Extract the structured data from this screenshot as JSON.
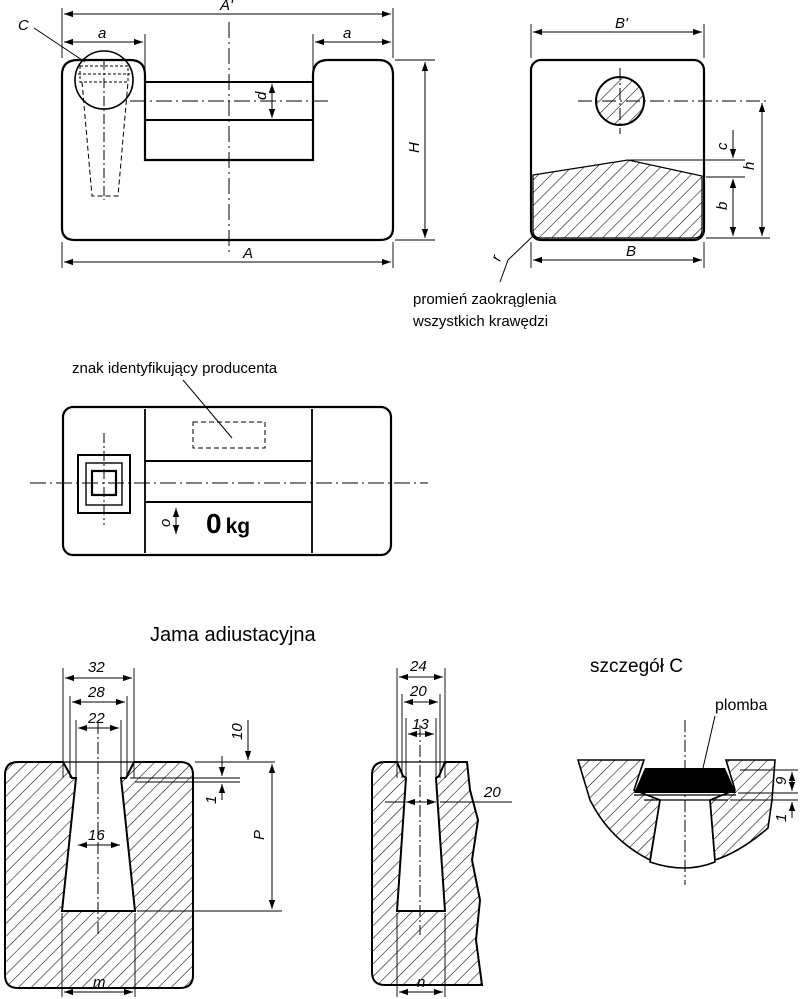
{
  "views": {
    "front": {
      "dim_overall_top": "A'",
      "dim_side_left": "a",
      "dim_side_right": "a",
      "dim_slot_depth": "d",
      "dim_height": "H",
      "dim_overall_bottom": "A",
      "detail_marker": "C"
    },
    "side": {
      "dim_width_top": "B'",
      "dim_width_bottom": "B",
      "dim_c": "c",
      "dim_h": "h",
      "dim_b": "b",
      "dim_r": "r",
      "radius_note": [
        "promień zaokrąglenia",
        "wszystkich krawędzi"
      ]
    },
    "top": {
      "maker_mark_note": "znak identyfikujący producenta",
      "dim_o": "o",
      "nominal_value": "0",
      "nominal_unit": "kg"
    }
  },
  "adjustment_cavity": {
    "title": "Jama adiustacyjna",
    "left_section": {
      "d32": "32",
      "d28": "28",
      "d22": "22",
      "d10": "10",
      "d1": "1",
      "d16": "16",
      "dim_p": "P",
      "dim_m": "m"
    },
    "right_section": {
      "d24": "24",
      "d20": "20",
      "d13": "13",
      "d20_side": "20",
      "dim_n": "n"
    }
  },
  "detail_c": {
    "title": "szczegół  C",
    "seal_label": "plomba",
    "d9": "9",
    "d1": "1"
  }
}
